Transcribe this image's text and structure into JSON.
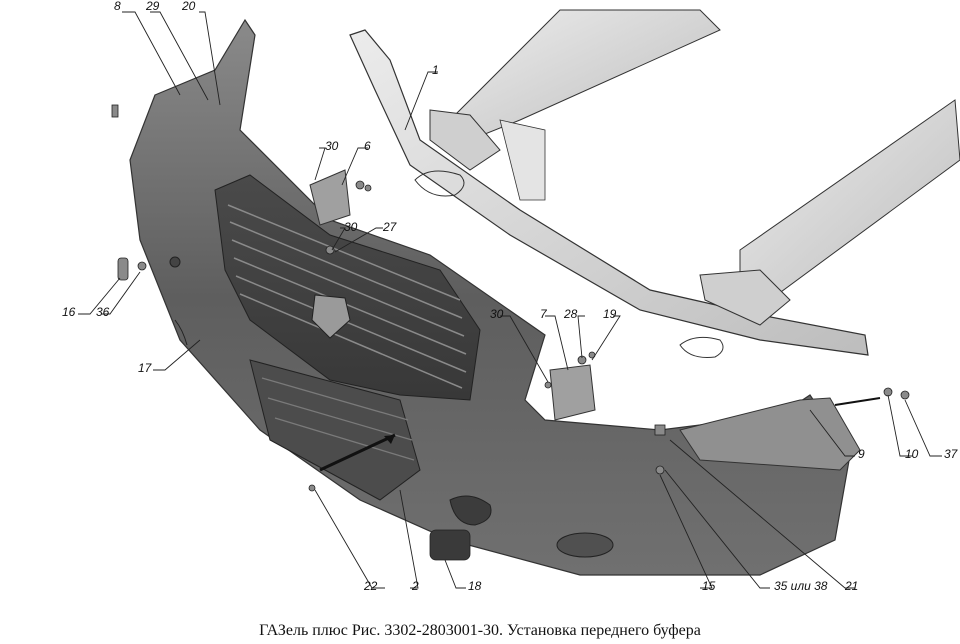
{
  "caption": "ГАЗель плюс Рис. 3302-2803001-30. Установка переднего буфера",
  "callouts": {
    "c1": "1",
    "c2": "2",
    "c6": "6",
    "c7": "7",
    "c8": "8",
    "c9": "9",
    "c10": "10",
    "c15": "15",
    "c16": "16",
    "c17": "17",
    "c18": "18",
    "c19": "19",
    "c20": "20",
    "c21": "21",
    "c22": "22",
    "c27": "27",
    "c28": "28",
    "c29": "29",
    "c30a": "30",
    "c30b": "30",
    "c30c": "30",
    "c35": "35 или 38",
    "c36": "36",
    "c37": "37"
  },
  "colors": {
    "bumper": "#6e6e6e",
    "frame": "#d4d4d4",
    "outline": "#333333"
  }
}
